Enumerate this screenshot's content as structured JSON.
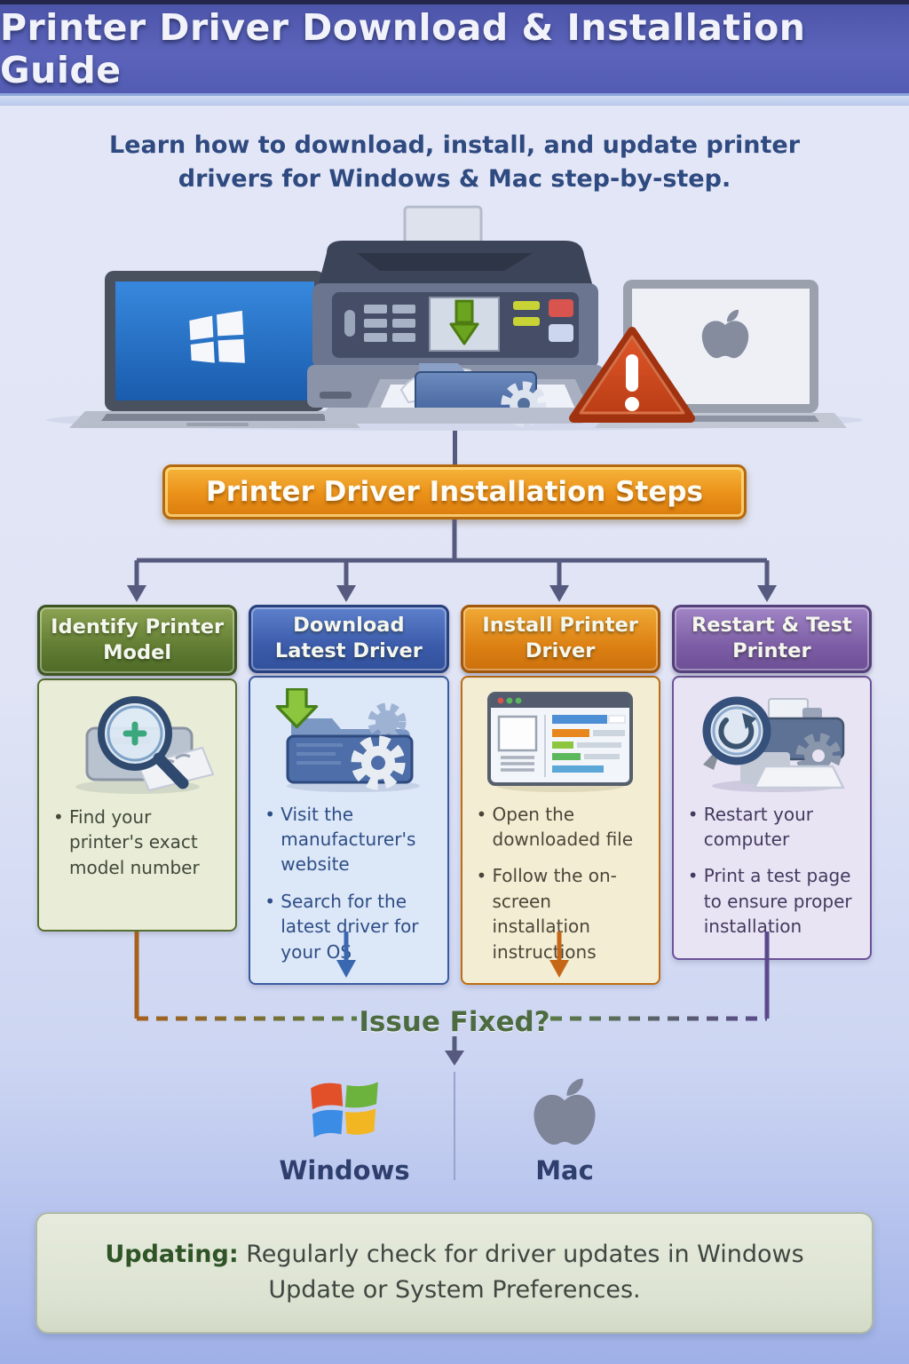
{
  "header": {
    "title": "Printer Driver Download & Installation Guide"
  },
  "subtitle": "Learn how to download, install, and update printer drivers for Windows & Mac step-by-step.",
  "hero_icons": [
    "windows-laptop-icon",
    "printer-icon",
    "download-arrow-icon",
    "driver-folder-gear-icon",
    "warning-triangle-icon",
    "mac-laptop-icon"
  ],
  "banner": {
    "label": "Printer Driver Installation Steps",
    "color": "#e8901a"
  },
  "steps": [
    {
      "title": "Identify Printer Model",
      "icon": "magnifier-printer-icon",
      "accent": "#5d7a2f",
      "bullets": [
        "Find your printer's exact model number"
      ]
    },
    {
      "title": "Download Latest Driver",
      "icon": "download-folder-gear-icon",
      "accent": "#3a5aa0",
      "bullets": [
        "Visit the manufacturer's website",
        "Search for the latest driver for your OS"
      ]
    },
    {
      "title": "Install Printer Driver",
      "icon": "installer-window-icon",
      "accent": "#d07a12",
      "bullets": [
        "Open the downloaded file",
        "Follow the on-screen installation instructions"
      ]
    },
    {
      "title": "Restart & Test Printer",
      "icon": "restart-magnifier-printer-icon",
      "accent": "#7a5aa6",
      "bullets": [
        "Restart your computer",
        "Print a test page to ensure proper installation"
      ]
    }
  ],
  "decision": {
    "label": "Issue Fixed?",
    "color": "#4d6b40"
  },
  "platforms": [
    {
      "name": "Windows",
      "icon": "windows-logo-icon"
    },
    {
      "name": "Mac",
      "icon": "apple-logo-icon"
    }
  ],
  "footer": {
    "label": "Updating:",
    "text": " Regularly check for driver updates in Windows Update or System Preferences."
  },
  "colors": {
    "header_band": "#565fb5",
    "background": "#e0e4f5",
    "connector": "#565a7e",
    "issue_left_line": "#a6611f",
    "issue_right_line": "#5a4a8c",
    "step2_arrow": "#3a68b0",
    "step3_arrow": "#c66718"
  }
}
